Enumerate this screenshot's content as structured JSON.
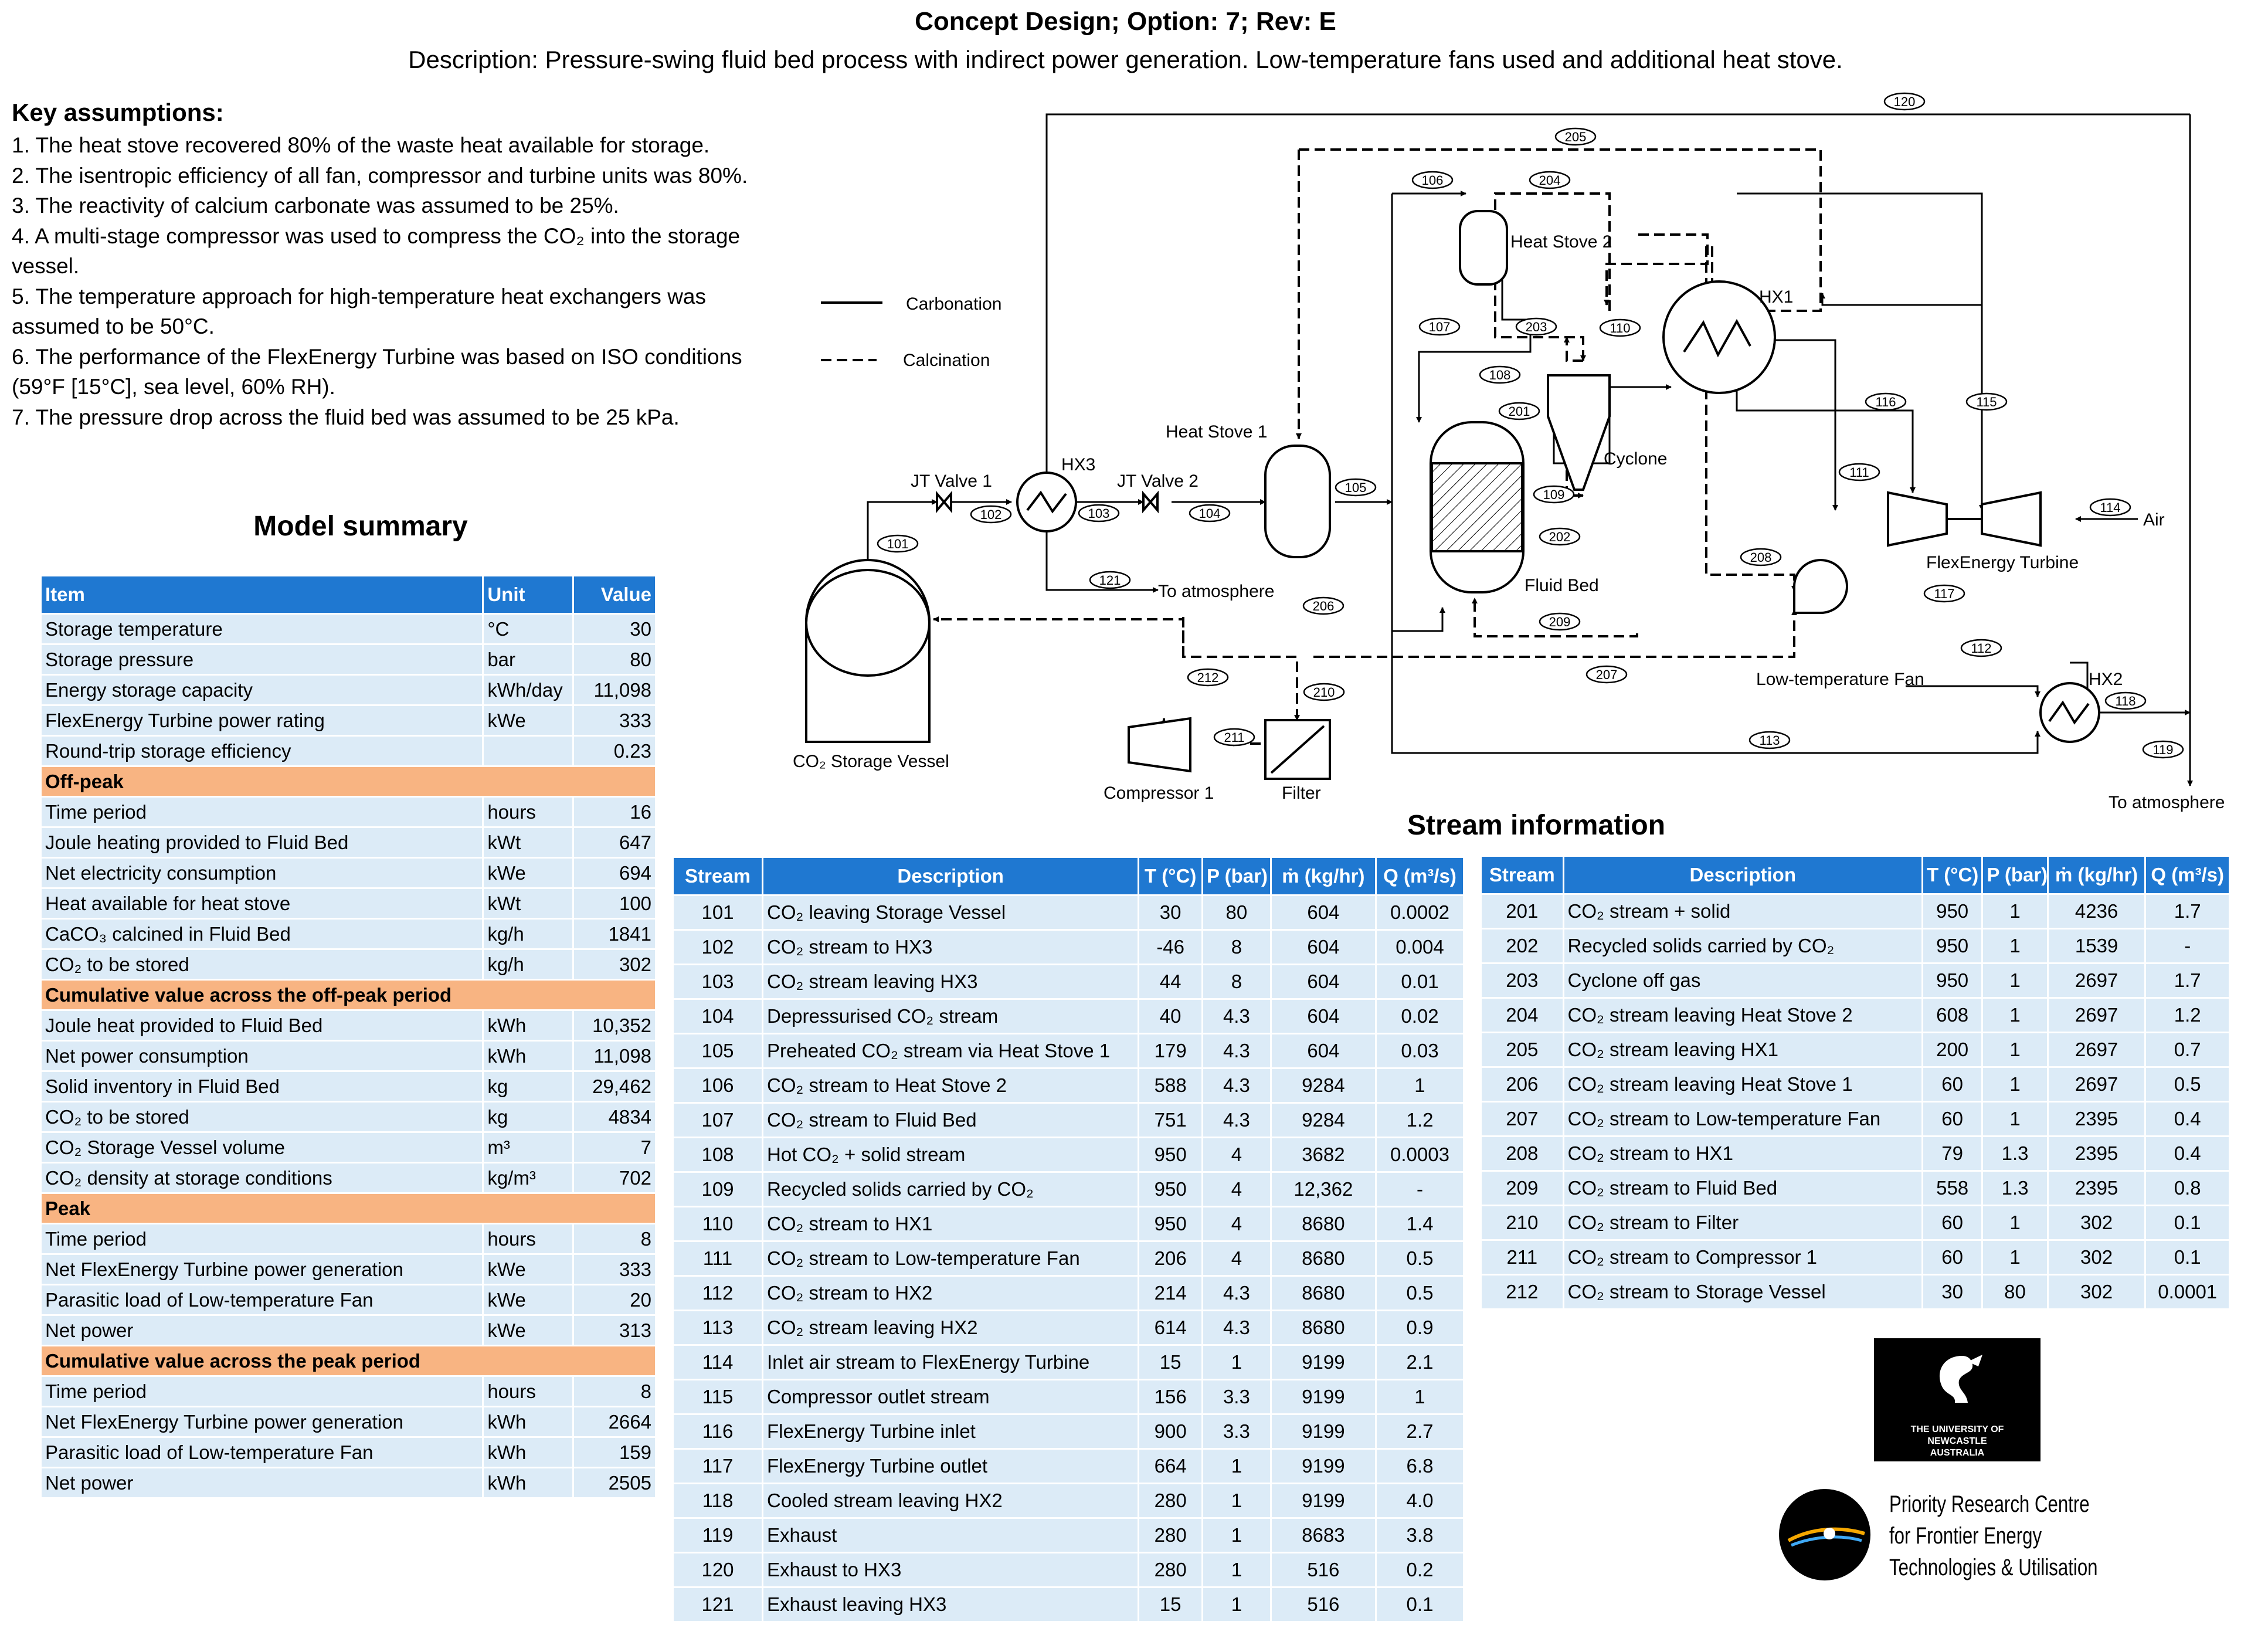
{
  "header": {
    "title": "Concept Design; Option: 7; Rev: E",
    "description": "Description: Pressure-swing fluid bed process with indirect power generation. Low-temperature fans used and additional heat stove."
  },
  "key_assumptions": {
    "heading": "Key assumptions:",
    "items": [
      "1. The heat stove recovered 80% of the waste heat available for storage.",
      "2. The isentropic efficiency of all fan, compressor and turbine units was 80%.",
      "3. The reactivity of calcium carbonate was assumed to be 25%.",
      "4. A multi-stage compressor was used to compress the CO₂ into the storage vessel.",
      "5. The temperature approach for high-temperature heat exchangers was assumed to be 50°C.",
      "6. The performance of the FlexEnergy Turbine was based on ISO conditions (59°F [15°C], sea level, 60% RH).",
      "7. The pressure drop across the fluid bed was assumed to be 25 kPa."
    ]
  },
  "legend": {
    "carbonation": "Carbonation",
    "calcination": "Calcination"
  },
  "diagram_labels": {
    "jt1": "JT Valve 1",
    "hx3": "HX3",
    "jt2": "JT Valve 2",
    "heat_stove_1": "Heat Stove 1",
    "heat_stove_2": "Heat Stove 2",
    "hx1": "HX1",
    "cyclone": "Cyclone",
    "fluid_bed": "Fluid Bed",
    "turbine": "FlexEnergy Turbine",
    "air": "Air",
    "lt_fan": "Low-temperature Fan",
    "hx2": "HX2",
    "to_atm_1": "To atmosphere",
    "to_atm_2": "To atmosphere",
    "co2_vessel": "CO₂ Storage Vessel",
    "compressor": "Compressor 1",
    "filter": "Filter"
  },
  "stream_tags": [
    "101",
    "102",
    "103",
    "104",
    "105",
    "106",
    "107",
    "108",
    "109",
    "110",
    "111",
    "112",
    "113",
    "114",
    "115",
    "116",
    "117",
    "118",
    "119",
    "120",
    "121",
    "201",
    "202",
    "203",
    "204",
    "205",
    "206",
    "207",
    "208",
    "209",
    "210",
    "211",
    "212"
  ],
  "model_summary": {
    "title": "Model summary",
    "headers": [
      "Item",
      "Unit",
      "Value"
    ],
    "rows": [
      {
        "item": "Storage temperature",
        "unit": "°C",
        "value": "30"
      },
      {
        "item": "Storage pressure",
        "unit": "bar",
        "value": "80"
      },
      {
        "item": "Energy storage capacity",
        "unit": "kWh/day",
        "value": "11,098"
      },
      {
        "item": "FlexEnergy Turbine power rating",
        "unit": "kWe",
        "value": "333"
      },
      {
        "item": "Round-trip storage efficiency",
        "unit": "",
        "value": "0.23"
      },
      {
        "section": "Off-peak"
      },
      {
        "item": "Time period",
        "unit": "hours",
        "value": "16"
      },
      {
        "item": "Joule heating provided to Fluid Bed",
        "unit": "kWt",
        "value": "647"
      },
      {
        "item": "Net electricity consumption",
        "unit": "kWe",
        "value": "694"
      },
      {
        "item": "Heat available for heat stove",
        "unit": "kWt",
        "value": "100"
      },
      {
        "item": "CaCO₃ calcined in Fluid Bed",
        "unit": "kg/h",
        "value": "1841"
      },
      {
        "item": "CO₂ to be stored",
        "unit": "kg/h",
        "value": "302"
      },
      {
        "section": "Cumulative value across the off-peak period"
      },
      {
        "item": "Joule heat provided to Fluid Bed",
        "unit": "kWh",
        "value": "10,352"
      },
      {
        "item": "Net power consumption",
        "unit": "kWh",
        "value": "11,098"
      },
      {
        "item": "Solid inventory in Fluid Bed",
        "unit": "kg",
        "value": "29,462"
      },
      {
        "item": "CO₂ to be stored",
        "unit": "kg",
        "value": "4834"
      },
      {
        "item": "CO₂ Storage Vessel volume",
        "unit": "m³",
        "value": "7"
      },
      {
        "item": "CO₂ density at storage conditions",
        "unit": "kg/m³",
        "value": "702"
      },
      {
        "section": "Peak"
      },
      {
        "item": "Time period",
        "unit": "hours",
        "value": "8"
      },
      {
        "item": "Net FlexEnergy Turbine power generation",
        "unit": "kWe",
        "value": "333"
      },
      {
        "item": "Parasitic load of Low-temperature Fan",
        "unit": "kWe",
        "value": "20"
      },
      {
        "item": "Net power",
        "unit": "kWe",
        "value": "313"
      },
      {
        "section": "Cumulative value across the peak period"
      },
      {
        "item": "Time period",
        "unit": "hours",
        "value": "8"
      },
      {
        "item": "Net FlexEnergy Turbine power generation",
        "unit": "kWh",
        "value": "2664"
      },
      {
        "item": "Parasitic load of Low-temperature Fan",
        "unit": "kWh",
        "value": "159"
      },
      {
        "item": "Net power",
        "unit": "kWh",
        "value": "2505"
      }
    ]
  },
  "stream_info": {
    "title": "Stream information",
    "headers": [
      "Stream",
      "Description",
      "T (°C)",
      "P (bar)",
      "ṁ (kg/hr)",
      "Q (m³/s)"
    ],
    "left": [
      [
        "101",
        "CO₂ leaving Storage Vessel",
        "30",
        "80",
        "604",
        "0.0002"
      ],
      [
        "102",
        "CO₂ stream to HX3",
        "-46",
        "8",
        "604",
        "0.004"
      ],
      [
        "103",
        "CO₂ stream leaving HX3",
        "44",
        "8",
        "604",
        "0.01"
      ],
      [
        "104",
        "Depressurised CO₂ stream",
        "40",
        "4.3",
        "604",
        "0.02"
      ],
      [
        "105",
        "Preheated CO₂ stream via Heat Stove 1",
        "179",
        "4.3",
        "604",
        "0.03"
      ],
      [
        "106",
        "CO₂ stream to Heat Stove 2",
        "588",
        "4.3",
        "9284",
        "1"
      ],
      [
        "107",
        "CO₂ stream to Fluid Bed",
        "751",
        "4.3",
        "9284",
        "1.2"
      ],
      [
        "108",
        "Hot CO₂ + solid stream",
        "950",
        "4",
        "3682",
        "0.0003"
      ],
      [
        "109",
        "Recycled solids carried by CO₂",
        "950",
        "4",
        "12,362",
        "-"
      ],
      [
        "110",
        "CO₂ stream to HX1",
        "950",
        "4",
        "8680",
        "1.4"
      ],
      [
        "111",
        "CO₂ stream to Low-temperature Fan",
        "206",
        "4",
        "8680",
        "0.5"
      ],
      [
        "112",
        "CO₂ stream to HX2",
        "214",
        "4.3",
        "8680",
        "0.5"
      ],
      [
        "113",
        "CO₂ stream leaving HX2",
        "614",
        "4.3",
        "8680",
        "0.9"
      ],
      [
        "114",
        "Inlet air stream to FlexEnergy Turbine",
        "15",
        "1",
        "9199",
        "2.1"
      ],
      [
        "115",
        "Compressor outlet stream",
        "156",
        "3.3",
        "9199",
        "1"
      ],
      [
        "116",
        "FlexEnergy Turbine inlet",
        "900",
        "3.3",
        "9199",
        "2.7"
      ],
      [
        "117",
        "FlexEnergy Turbine outlet",
        "664",
        "1",
        "9199",
        "6.8"
      ],
      [
        "118",
        "Cooled stream leaving HX2",
        "280",
        "1",
        "9199",
        "4.0"
      ],
      [
        "119",
        "Exhaust",
        "280",
        "1",
        "8683",
        "3.8"
      ],
      [
        "120",
        "Exhaust to HX3",
        "280",
        "1",
        "516",
        "0.2"
      ],
      [
        "121",
        "Exhaust leaving HX3",
        "15",
        "1",
        "516",
        "0.1"
      ]
    ],
    "right": [
      [
        "201",
        "CO₂ stream + solid",
        "950",
        "1",
        "4236",
        "1.7"
      ],
      [
        "202",
        "Recycled solids carried by CO₂",
        "950",
        "1",
        "1539",
        "-"
      ],
      [
        "203",
        "Cyclone off gas",
        "950",
        "1",
        "2697",
        "1.7"
      ],
      [
        "204",
        "CO₂ stream leaving Heat Stove 2",
        "608",
        "1",
        "2697",
        "1.2"
      ],
      [
        "205",
        "CO₂ stream leaving HX1",
        "200",
        "1",
        "2697",
        "0.7"
      ],
      [
        "206",
        "CO₂ stream leaving Heat Stove 1",
        "60",
        "1",
        "2697",
        "0.5"
      ],
      [
        "207",
        "CO₂ stream to Low-temperature Fan",
        "60",
        "1",
        "2395",
        "0.4"
      ],
      [
        "208",
        "CO₂ stream to HX1",
        "79",
        "1.3",
        "2395",
        "0.4"
      ],
      [
        "209",
        "CO₂ stream to Fluid Bed",
        "558",
        "1.3",
        "2395",
        "0.8"
      ],
      [
        "210",
        "CO₂ stream to Filter",
        "60",
        "1",
        "302",
        "0.1"
      ],
      [
        "211",
        "CO₂ stream to Compressor 1",
        "60",
        "1",
        "302",
        "0.1"
      ],
      [
        "212",
        "CO₂ stream to Storage Vessel",
        "30",
        "80",
        "302",
        "0.0001"
      ]
    ]
  },
  "logos": {
    "university": "THE UNIVERSITY OF\nNEWCASTLE\nAUSTRALIA",
    "centre": "Priority Research Centre\nfor Frontier Energy\nTechnologies & Utilisation"
  }
}
